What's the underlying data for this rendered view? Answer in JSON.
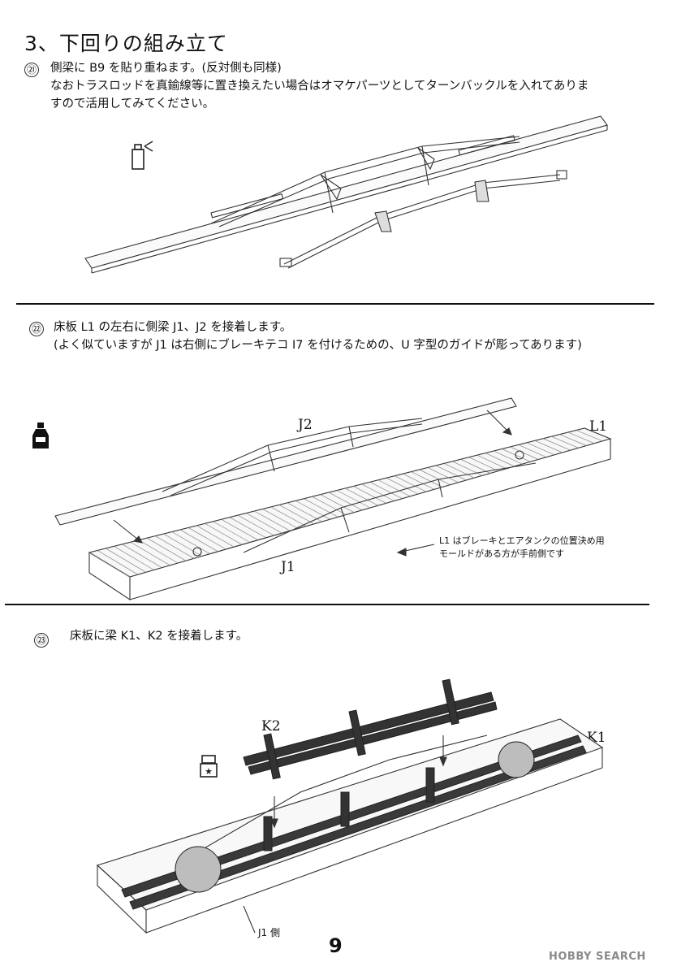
{
  "page": {
    "section_title": "3、下回りの組み立て",
    "page_number": "9",
    "watermark": "HOBBY SEARCH"
  },
  "steps": [
    {
      "number": "㉑",
      "lines": [
        "側梁に B9 を貼り重ねます。(反対側も同様)",
        "なおトラスロッドを真鍮線等に置き換えたい場合はオマケパーツとしてターンバックルを入れてありま",
        "すので活用してみてください。"
      ],
      "icon": "spray-glue-icon"
    },
    {
      "number": "㉒",
      "lines": [
        "床板 L1 の左右に側梁 J1、J2 を接着します。",
        "(よく似ていますが J1 は右側にブレーキテコ I7 を付けるための、U 字型のガイドが彫ってあります)"
      ],
      "labels": {
        "j2": "J2",
        "l1": "L1",
        "j1": "J1"
      },
      "note": [
        "L1 はブレーキとエアタンクの位置決め用",
        "モールドがある方が手前側です"
      ],
      "icon": "glue-bottle-icon"
    },
    {
      "number": "㉓",
      "lines": [
        "床板に梁 K1、K2 を接着します。"
      ],
      "labels": {
        "k2": "K2",
        "k1": "K1",
        "j1_side": "J1 側"
      },
      "icon": "cement-star-icon"
    }
  ]
}
